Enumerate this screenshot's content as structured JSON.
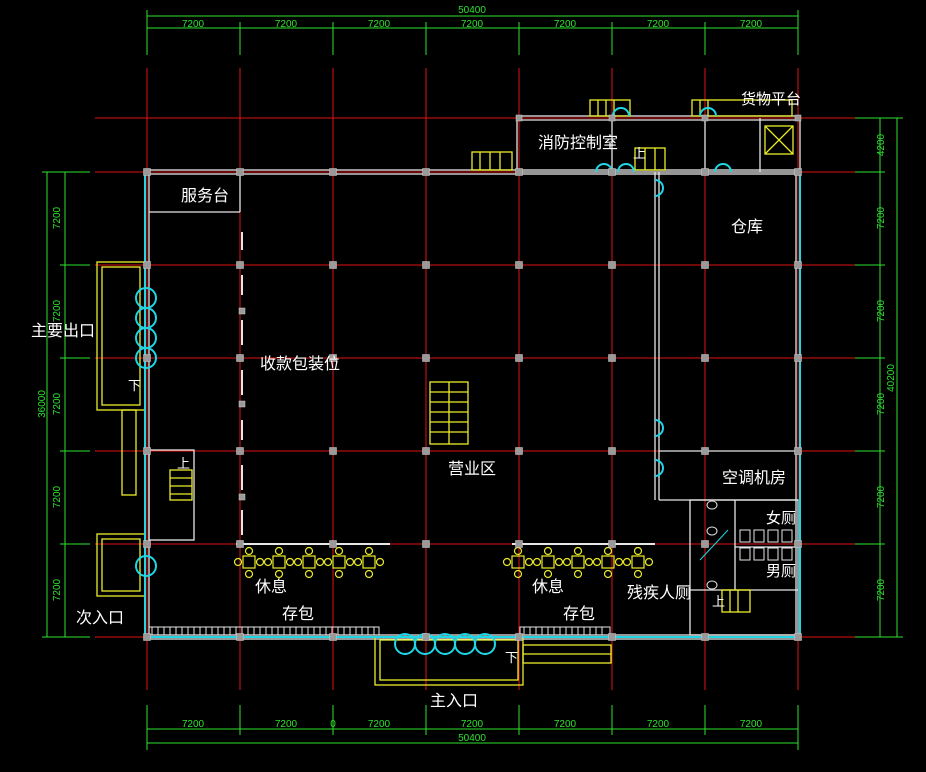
{
  "dimensions": {
    "top_total": "50400",
    "top_bays": [
      "7200",
      "7200",
      "7200",
      "7200",
      "7200",
      "7200",
      "7200"
    ],
    "bottom_total": "50400",
    "bottom_bays": [
      "7200",
      "7200",
      "7200",
      "7200",
      "7200",
      "7200",
      "7200"
    ],
    "left_total": "36000",
    "left_bays": [
      "7200",
      "7200",
      "7200",
      "7200",
      "7200"
    ],
    "right_total": "40200",
    "right_bays": [
      "4200",
      "7200",
      "7200",
      "7200",
      "7200",
      "7200"
    ],
    "axis_mark": "0"
  },
  "rooms": {
    "cargo_platform": "货物平台",
    "fire_control_room": "消防控制室",
    "service_desk": "服务台",
    "warehouse": "仓库",
    "checkout_packing": "收款包装位",
    "business_area": "营业区",
    "ac_room": "空调机房",
    "female_toilet": "女厕",
    "male_toilet": "男厕",
    "accessible_toilet": "残疾人厕",
    "rest_left": "休息",
    "rest_right": "休息",
    "bag_storage_left": "存包",
    "bag_storage_right": "存包",
    "main_entrance": "主入口",
    "main_exit": "主要出口",
    "secondary_entrance": "次入口"
  },
  "stair_marks": {
    "up": "上",
    "down": "下"
  },
  "colors": {
    "background": "#000000",
    "grid_axis": "#e01515",
    "dimension": "#2ee22e",
    "wall": "#e6e6e6",
    "door_window": "#1ed7e6",
    "furniture_stair": "#ecec2a"
  }
}
